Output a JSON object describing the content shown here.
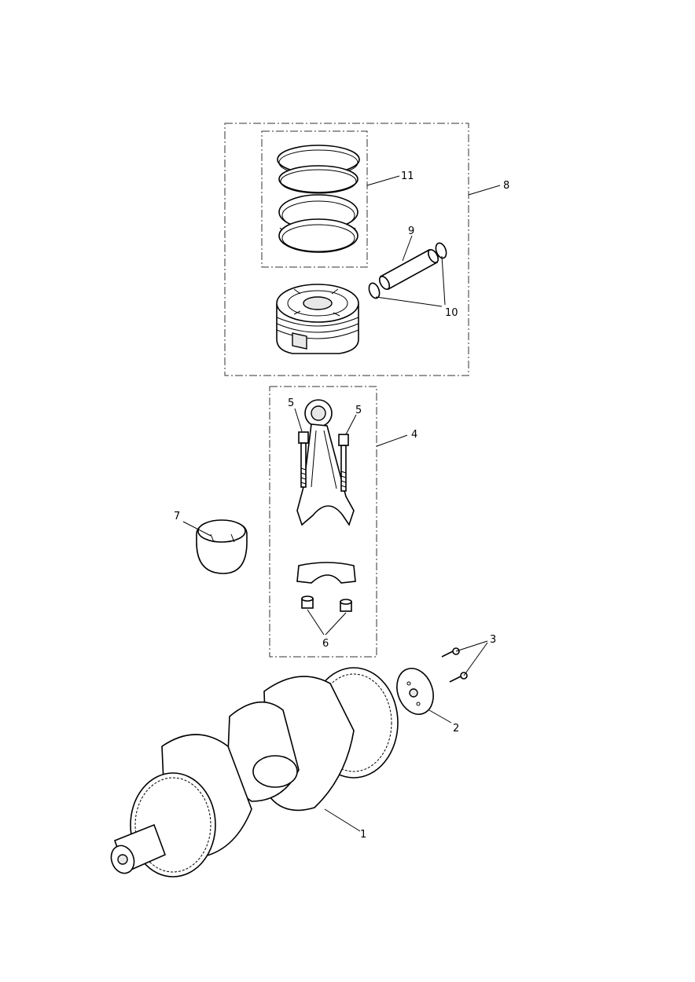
{
  "diagram": {
    "labels": {
      "l1": "1",
      "l2": "2",
      "l3": "3",
      "l4": "4",
      "l5a": "5",
      "l5b": "5",
      "l6": "6",
      "l7": "7",
      "l8": "8",
      "l9": "9",
      "l10": "10",
      "l11": "11"
    },
    "parts": [
      "crankshaft-icon",
      "thrust-washer-icon",
      "screw-icon",
      "connecting-rod-icon",
      "rod-bolt-icon",
      "rod-nut-icon",
      "big-end-bearing-icon",
      "piston-icon",
      "gudgeon-pin-icon",
      "circlip-icon",
      "piston-rings-icon"
    ]
  }
}
